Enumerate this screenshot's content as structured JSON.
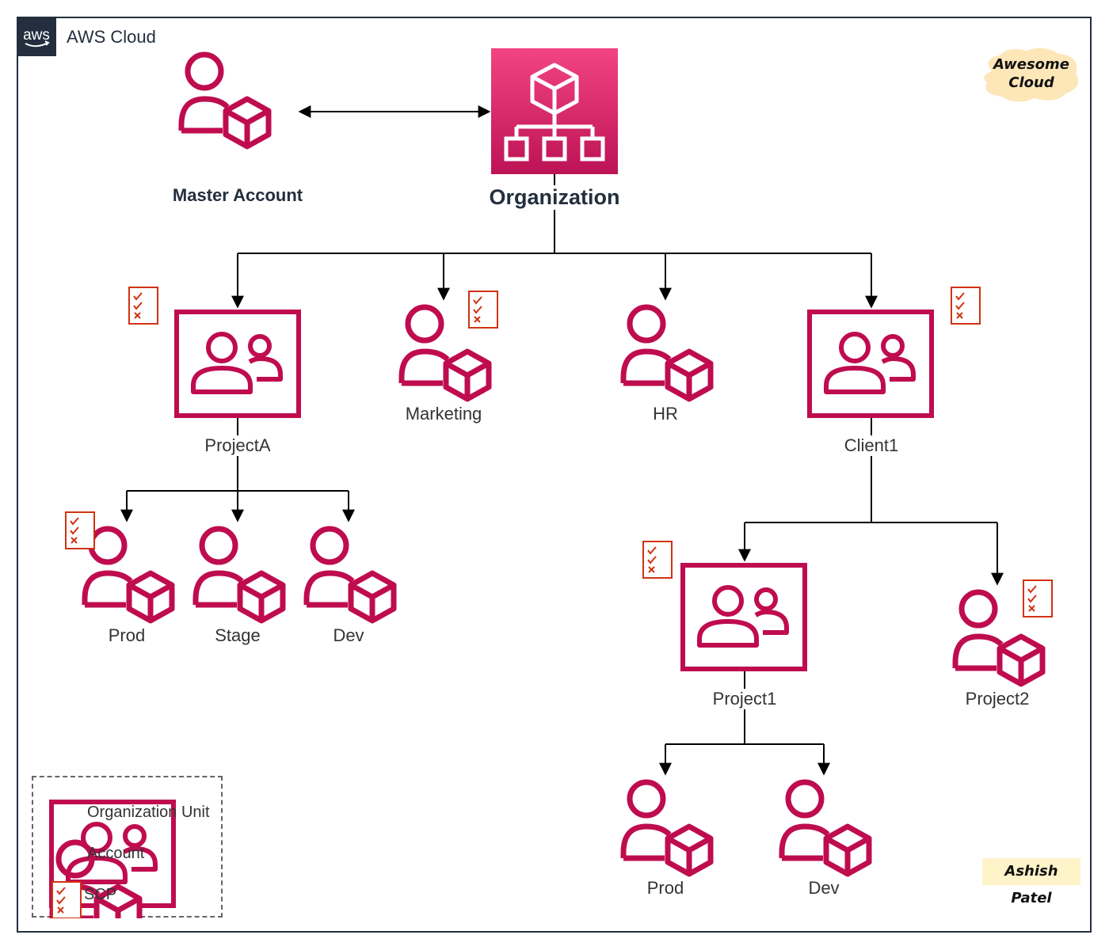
{
  "cloud": {
    "title": "AWS Cloud",
    "badge_text": "aws"
  },
  "master_account": {
    "label": "Master Account"
  },
  "organization": {
    "label": "Organization"
  },
  "ous": {
    "project_a": {
      "label": "ProjectA"
    },
    "client1": {
      "label": "Client1"
    },
    "project1": {
      "label": "Project1"
    }
  },
  "accounts": {
    "marketing": "Marketing",
    "hr": "HR",
    "projecta_prod": "Prod",
    "projecta_stage": "Stage",
    "projecta_dev": "Dev",
    "project2": "Project2",
    "project1_prod": "Prod",
    "project1_dev": "Dev"
  },
  "legend": {
    "ou": "Organization Unit",
    "account": "Account",
    "scp": "SCP"
  },
  "tags": {
    "brand_line1": "Awesome",
    "brand_line2": "Cloud",
    "author": "Ashish Patel"
  },
  "colors": {
    "accent": "#bf0c4f",
    "org_gradient_top": "#f34482",
    "org_gradient_bottom": "#bc1356",
    "frame": "#232f3e",
    "scp": "#d13212",
    "brand_cloud": "#fde6b8",
    "author_bg": "#fff3c9"
  }
}
